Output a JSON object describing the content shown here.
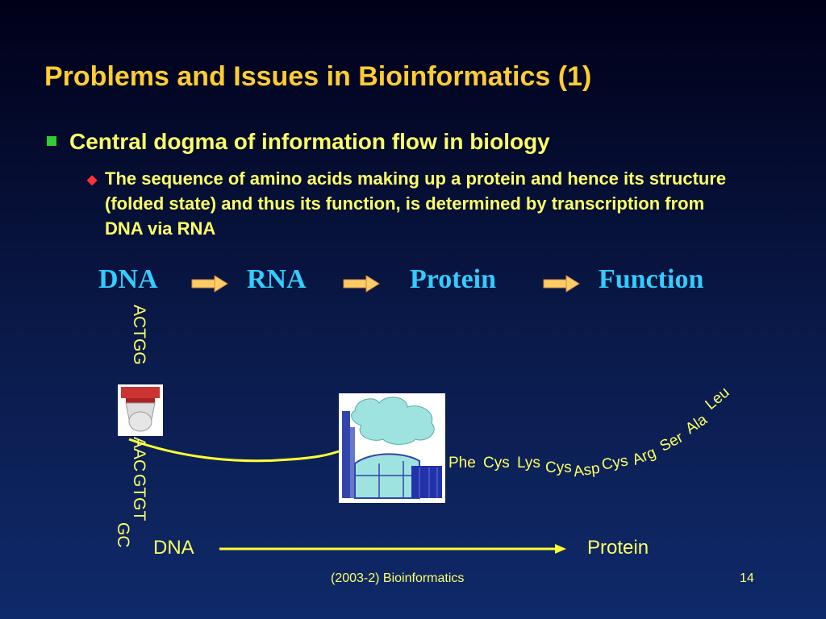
{
  "slide": {
    "title": "Problems and Issues in Bioinformatics (1)",
    "bullet_level1": "Central dogma of information flow in biology",
    "bullet_level2": "The sequence of amino acids making up a protein and hence its structure (folded state) and thus its function, is determined by transcription from DNA via RNA",
    "flow": {
      "step1": "DNA",
      "step2": "RNA",
      "step3": "Protein",
      "step4": "Function"
    },
    "dna_sequence": {
      "part1": "ACTGG",
      "part2": "AAC",
      "part3": "GTGT",
      "part4": "GC"
    },
    "amino_acids": [
      "Phe",
      "Cys",
      "Lys",
      "Cys",
      "Asp",
      "Cys",
      "Arg",
      "Ser",
      "Ala",
      "Leu"
    ],
    "bottom_labels": {
      "left": "DNA",
      "right": "Protein"
    },
    "footer": {
      "course": "(2003-2) Bioinformatics",
      "page_number": "14"
    },
    "colors": {
      "title": "#ffcc33",
      "text": "#ffff66",
      "flow_text": "#33ccff",
      "bullet1_marker": "#33cc33",
      "bullet2_marker": "#ff3333",
      "arrow": "#ffcc66"
    },
    "icons": [
      "scanner-icon",
      "factory-icon"
    ]
  }
}
